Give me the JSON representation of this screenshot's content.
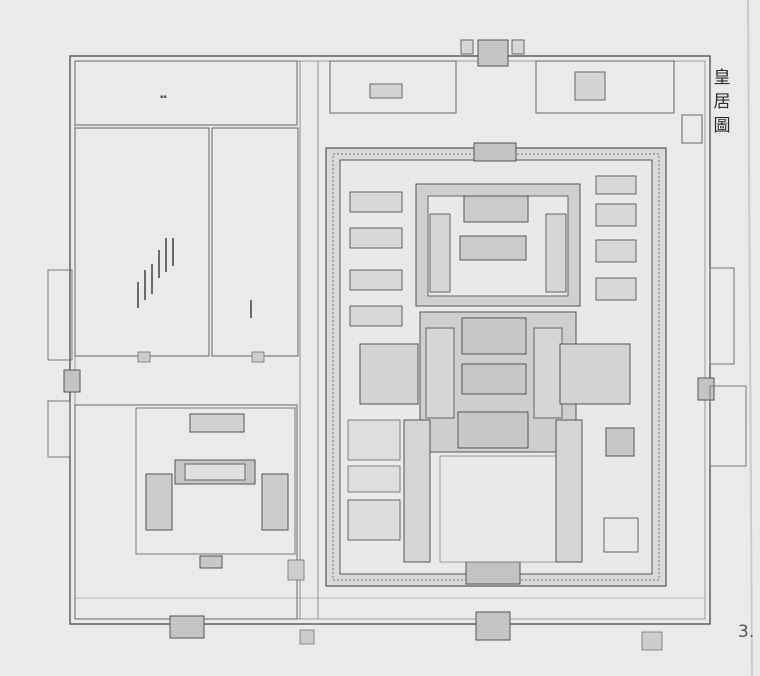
{
  "map": {
    "title_chars": [
      "皇",
      "居",
      "圖"
    ],
    "page_number": "3.",
    "colors": {
      "paper": "#ece9ea",
      "ink": "#4a4a4a",
      "wall_fill": "#d6d3d3",
      "building_fill": "#bdbaba"
    }
  }
}
